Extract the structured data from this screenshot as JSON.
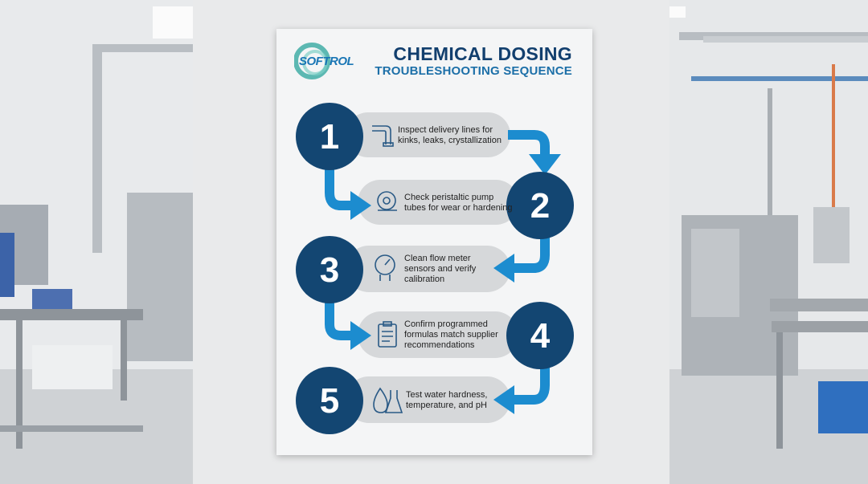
{
  "poster": {
    "brand": "SOFTROL",
    "title": "CHEMICAL DOSING",
    "subtitle": "TROUBLESHOOTING SEQUENCE",
    "colors": {
      "navy": "#134672",
      "blue": "#1c8ccf",
      "pill": "#d6d8da"
    },
    "steps": [
      {
        "number": "1",
        "icon": "pipe-icon",
        "lines": [
          "Inspect delivery lines for",
          "kinks, leaks, crystallization"
        ]
      },
      {
        "number": "2",
        "icon": "pump-icon",
        "lines": [
          "Check peristaltic pump",
          "tubes for wear or hardening"
        ]
      },
      {
        "number": "3",
        "icon": "gauge-icon",
        "lines": [
          "Clean flow meter",
          "sensors and verify",
          "calibration"
        ]
      },
      {
        "number": "4",
        "icon": "clipboard-icon",
        "lines": [
          "Confirm programmed",
          "formulas match supplier",
          "recommendations"
        ]
      },
      {
        "number": "5",
        "icon": "water-flask-icon",
        "lines": [
          "Test water hardness,",
          "temperature, and pH"
        ]
      }
    ]
  }
}
